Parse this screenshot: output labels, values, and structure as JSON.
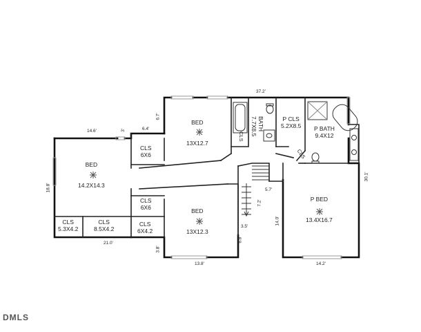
{
  "rooms": {
    "bed_left": {
      "name": "BED",
      "size": "14.2X14.3"
    },
    "bed_top": {
      "name": "BED",
      "size": "13X12.7"
    },
    "bed_bottom": {
      "name": "BED",
      "size": "13X12.3"
    },
    "p_bed": {
      "name": "P BED",
      "size": "13.4X16.7"
    },
    "p_bath": {
      "name": "P BATH",
      "size": "9.4X12"
    },
    "p_cls": {
      "name": "P CLS",
      "size": "5.2X8.5"
    },
    "bath": {
      "name": "BATH",
      "size": "7.7X8.5"
    },
    "cls_a": {
      "name": "CLS",
      "size": "6X6"
    },
    "cls_b": {
      "name": "CLS",
      "size": "6X6"
    },
    "cls_c": {
      "name": "CLS",
      "size": "6X4.2"
    },
    "cls_d": {
      "name": "CLS",
      "size": "5.3X4.2"
    },
    "cls_e": {
      "name": "CLS",
      "size": "8.5X4.2"
    },
    "cls_small1": {
      "name": "CLS"
    },
    "cls_small2": {
      "name": "CLS"
    }
  },
  "dimensions": {
    "d_372": "37.2'",
    "d_146": "14.6'",
    "d_64": "6.4'",
    "d_67": "6.7'",
    "d_3": "3'",
    "d_188": "18.8'",
    "d_210": "21.0'",
    "d_38": "3.8'",
    "d_138": "13.8'",
    "d_68": "6.8'",
    "d_35": "3.5'",
    "d_72": "7.2'",
    "d_57": "5.7'",
    "d_140": "14.0'",
    "d_301": "30.1'",
    "d_142": "14.2'"
  },
  "logo": "DMLS"
}
